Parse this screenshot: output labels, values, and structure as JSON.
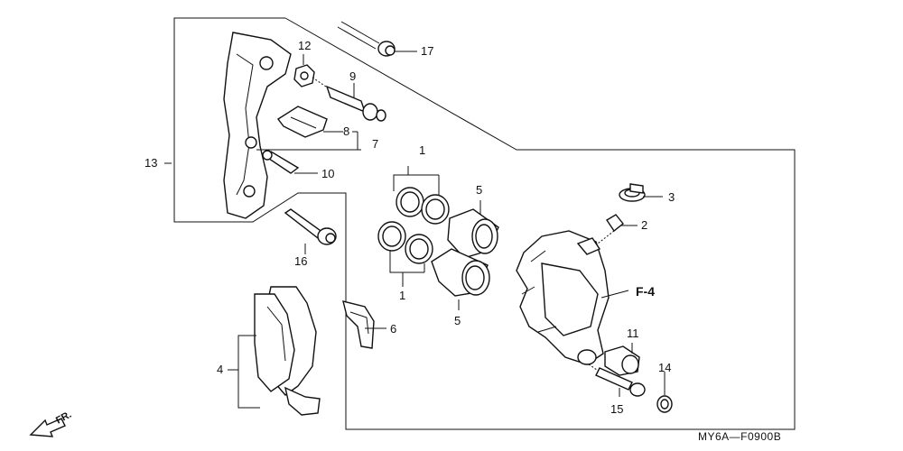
{
  "callouts": {
    "c1_top": "1",
    "c1_bottom": "1",
    "c2": "2",
    "c3": "3",
    "c4": "4",
    "c5_top": "5",
    "c5_bottom": "5",
    "c6": "6",
    "c7": "7",
    "c8": "8",
    "c9": "9",
    "c10": "10",
    "c11": "11",
    "c12": "12",
    "c13": "13",
    "c14": "14",
    "c15": "15",
    "c16": "16",
    "c17": "17"
  },
  "reference": "F-4",
  "direction": "FR.",
  "diagram_code": "MY6A—F0900B"
}
